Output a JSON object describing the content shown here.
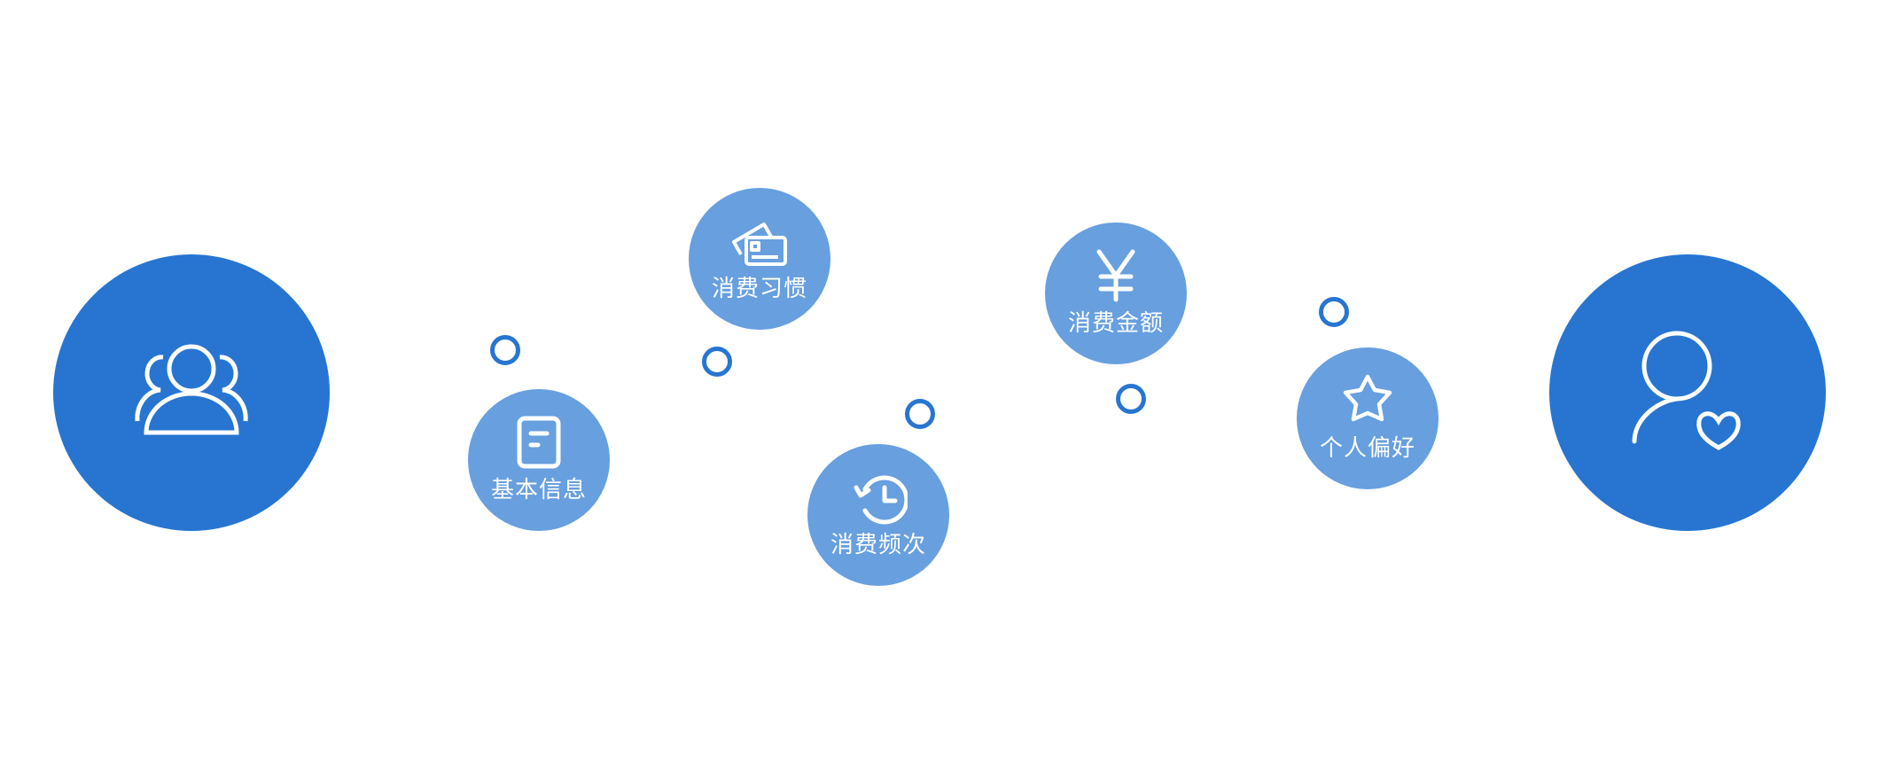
{
  "colors": {
    "primary": "#2775d1",
    "secondary": "#679fdf"
  },
  "start": {
    "icon": "user-group-icon"
  },
  "end": {
    "icon": "user-heart-icon"
  },
  "nodes": [
    {
      "label": "基本信息",
      "icon": "document-icon"
    },
    {
      "label": "消费习惯",
      "icon": "cards-icon"
    },
    {
      "label": "消费频次",
      "icon": "history-icon"
    },
    {
      "label": "消费金额",
      "icon": "yen-icon"
    },
    {
      "label": "个人偏好",
      "icon": "star-icon"
    }
  ]
}
